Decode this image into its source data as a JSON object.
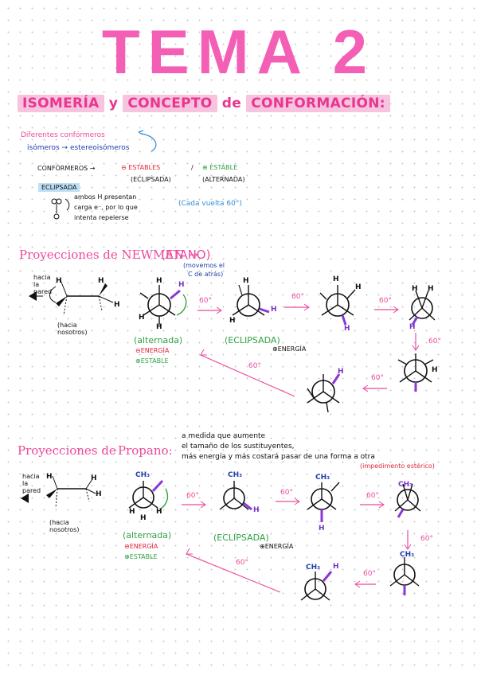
{
  "title": "TEMA 2",
  "section1": {
    "heading_pre": "ISOMERÍA",
    "heading_y": "y",
    "heading_mid": "CONCEPTO",
    "heading_de": "de",
    "heading_post": "CONFORMACIÓN:",
    "line1": "Diferentes confórmeros",
    "line2": "isómeros → estereoisómeros",
    "conformeros": "CONFÓRMEROS →",
    "estables_minus": "⊖ ESTABLES",
    "sep": "/",
    "estable_plus": "⊕ ESTABLE",
    "eclipsada_paren": "(ECLIPSADA)",
    "alternada_paren": "(ALTERNADA)",
    "eclipsada_label": "ECLIPSADA",
    "eclipsada_note1": "ambos H presentan",
    "eclipsada_note2": "carga e⁻, por lo que",
    "eclipsada_note3": "intenta repelerse",
    "cada_vuelta": "(Cada vuelta 60°)"
  },
  "newman": {
    "heading": "Proyecciones de NEWMAN →",
    "heading_paren": "(ETANO)",
    "movemos1": "(movemos el",
    "movemos2": "C de atrás)",
    "hacia_la_pared": [
      "hacia",
      "la",
      "pared"
    ],
    "hacia_nosotros": [
      "(hacia",
      "nosotros)"
    ],
    "alternada": "(alternada)",
    "eclipsada": "(ECLIPSADA)",
    "menos_energia": "⊖ENERGÍA",
    "mas_energia": "⊕ENERGÍA",
    "estable": "⊕ESTABLE",
    "deg": "60°",
    "h": "H"
  },
  "propano": {
    "heading_a": "Proyecciones de",
    "heading_b": "Propano:",
    "note1": "a medida que aumente",
    "note2": "el tamaño de los sustituyentes,",
    "note3": "más energía y más costará pasar de una forma a otra",
    "impedimento": "(impedimento estérico)",
    "ch3": "CH₃",
    "alternada": "(alternada)",
    "eclipsada": "(ECLIPSADA)",
    "menos_energia": "⊖ENERGÍA",
    "mas_energia": "⊕ENERGÍA",
    "estable": "⊕ESTABLE",
    "deg": "60°"
  }
}
